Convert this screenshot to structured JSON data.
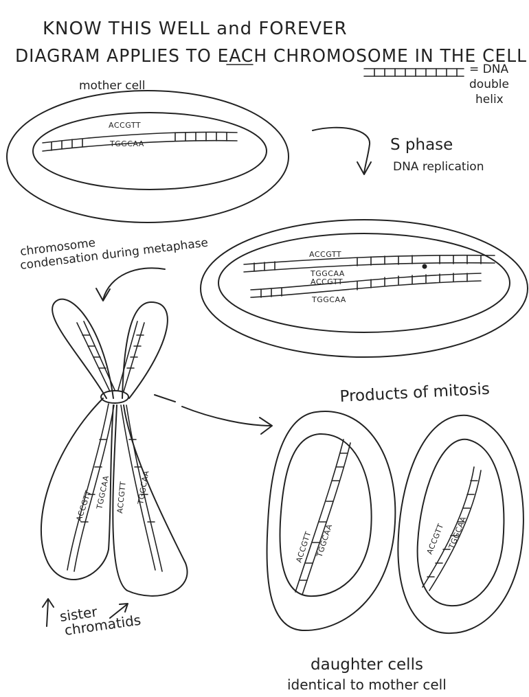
{
  "title_line1": "KNOW THIS WELL and FOREVER",
  "title_line2": "DIAGRAM APPLIES TO EACH CHROMOSOME IN THE CELL",
  "legend": {
    "line1": "= DNA",
    "line2": "double",
    "line3": "helix"
  },
  "mother_cell_label": "mother cell",
  "sequence_top": "ACCGTT",
  "sequence_bottom": "TGGCAA",
  "s_phase": {
    "title": "S phase",
    "subtitle": "DNA replication"
  },
  "condensation_label": {
    "line1": "chromosome",
    "line2": "condensation during metaphase"
  },
  "products_label": "Products of mitosis",
  "sister_chromatids_label": {
    "line1": "sister",
    "line2": "chromatids"
  },
  "daughter_cells_label": {
    "line1": "daughter cells",
    "line2": "identical to mother cell"
  }
}
